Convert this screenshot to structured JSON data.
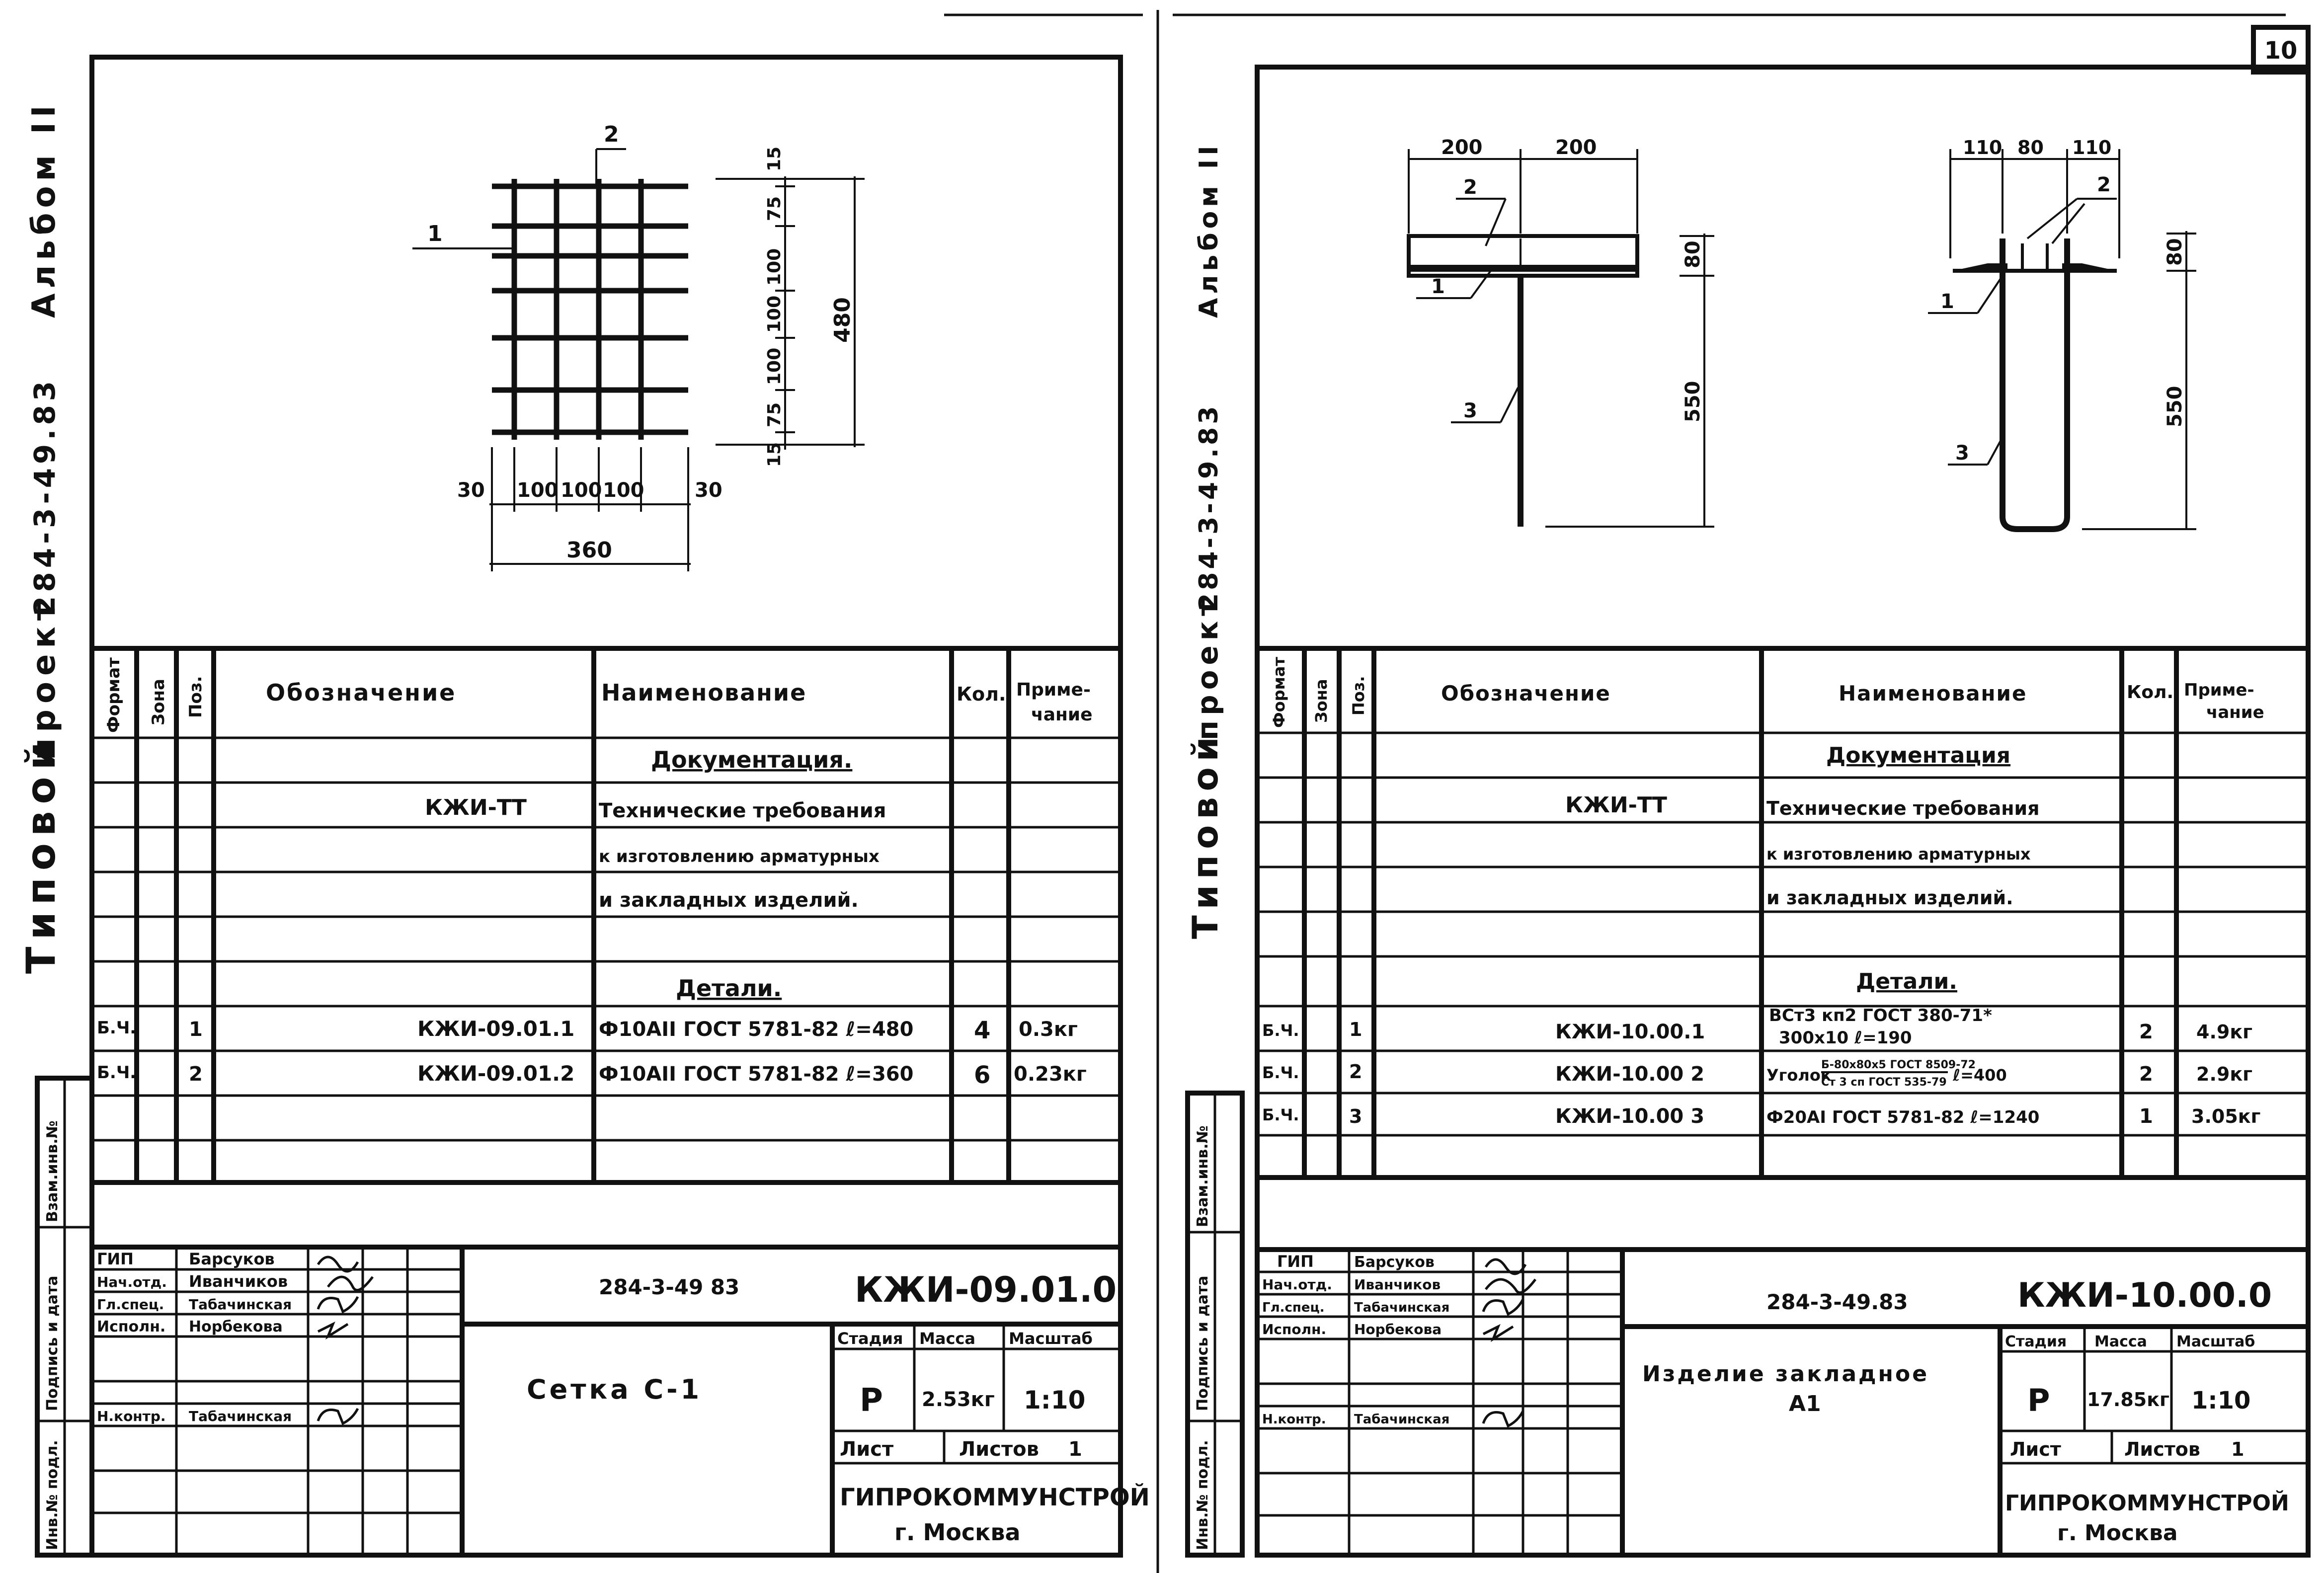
{
  "sheet_number": "10",
  "left_margin": {
    "series": "Типовой",
    "project_label": "проект",
    "project_code": "284-3-49.83",
    "album": "Альбом II",
    "stamp_vzam": "Взам.инв.№",
    "stamp_podpis": "Подпись и дата",
    "stamp_inv": "Инв.№ подл."
  },
  "headers": {
    "format": "Формат",
    "zone": "Зона",
    "pos": "Поз.",
    "designation": "Обозначение",
    "name": "Наименование",
    "qty": "Кол.",
    "note_a": "Приме-",
    "note_b": "чание"
  },
  "people": {
    "gip_role": "ГИП",
    "gip_name": "Барсуков",
    "nach_role": "Нач.отд.",
    "nach_name": "Иванчиков",
    "glspec_role": "Гл.спец.",
    "glspec_name": "Табачинская",
    "ispoln_role": "Исполн.",
    "ispoln_name": "Норбекова",
    "nkontr_role": "Н.контр.",
    "nkontr_name": "Табачинская"
  },
  "labels": {
    "stage": "Стадия",
    "mass": "Масса",
    "scale": "Масштаб",
    "sheet": "Лист",
    "sheets": "Листов",
    "org_line1": "ГИПРОКОММУНСТРОЙ",
    "org_line2": "г. Москва"
  },
  "left_sheet": {
    "drawing": {
      "pos1": "1",
      "pos2": "2",
      "dims_x": [
        "30",
        "100",
        "100",
        "100",
        "30"
      ],
      "dim_total_x": "360",
      "dims_y": [
        "15",
        "75",
        "100",
        "100",
        "100",
        "75",
        "15"
      ],
      "dim_total_y": "480"
    },
    "sections": {
      "doc": "Документация.",
      "details": "Детали."
    },
    "doc_rows": {
      "designation": "КЖИ-ТТ",
      "line1": "Технические требования",
      "line2": "к изготовлению арматурных",
      "line3": "и закладных изделий."
    },
    "items": [
      {
        "format": "Б.Ч.",
        "pos": "1",
        "designation": "КЖИ-09.01.1",
        "name": "Ф10АII ГОСТ 5781-82 ℓ=480",
        "qty": "4",
        "note": "0.3кг"
      },
      {
        "format": "Б.Ч.",
        "pos": "2",
        "designation": "КЖИ-09.01.2",
        "name": "Ф10АII ГОСТ 5781-82 ℓ=360",
        "qty": "6",
        "note": "0.23кг"
      }
    ],
    "title_block": {
      "project_code": "284-3-49 83",
      "doc_code": "КЖИ-09.01.0",
      "title": "Сетка С-1",
      "stage": "Р",
      "mass": "2.53кг",
      "scale": "1:10",
      "sheet_value": "",
      "sheets_value": "1"
    }
  },
  "right_sheet": {
    "drawing": {
      "dims_top_a": [
        "200",
        "200"
      ],
      "dims_top_b": [
        "110",
        "80",
        "110"
      ],
      "dim_80": "80",
      "dim_550": "550",
      "pos1": "1",
      "pos2": "2",
      "pos3": "3"
    },
    "sections": {
      "doc": "Документация",
      "details": "Детали."
    },
    "doc_rows": {
      "designation": "КЖИ-ТТ",
      "line1": "Технические требования",
      "line2": "к изготовлению арматурных",
      "line3": "и закладных изделий."
    },
    "items": [
      {
        "format": "Б.Ч.",
        "pos": "1",
        "designation": "КЖИ-10.00.1",
        "name_a": "ВСт3 кп2 ГОСТ 380-71*",
        "name_b": "300х10    ℓ=190",
        "qty": "2",
        "note": "4.9кг"
      },
      {
        "format": "Б.Ч.",
        "pos": "2",
        "designation": "КЖИ-10.00 2",
        "name_a": "Уголок",
        "name_frac_top": "Б-80х80х5 ГОСТ 8509-72",
        "name_frac_bottom": "Ст 3 сп ГОСТ 535-79",
        "name_b": "ℓ=400",
        "qty": "2",
        "note": "2.9кг"
      },
      {
        "format": "Б.Ч.",
        "pos": "3",
        "designation": "КЖИ-10.00 3",
        "name_a": "Ф20АI ГОСТ 5781-82  ℓ=1240",
        "qty": "1",
        "note": "3.05кг"
      }
    ],
    "title_block": {
      "project_code": "284-3-49.83",
      "doc_code": "КЖИ-10.00.0",
      "title_a": "Изделие закладное",
      "title_b": "А1",
      "stage": "Р",
      "mass": "17.85кг",
      "scale": "1:10",
      "sheet_value": "",
      "sheets_value": "1"
    }
  }
}
